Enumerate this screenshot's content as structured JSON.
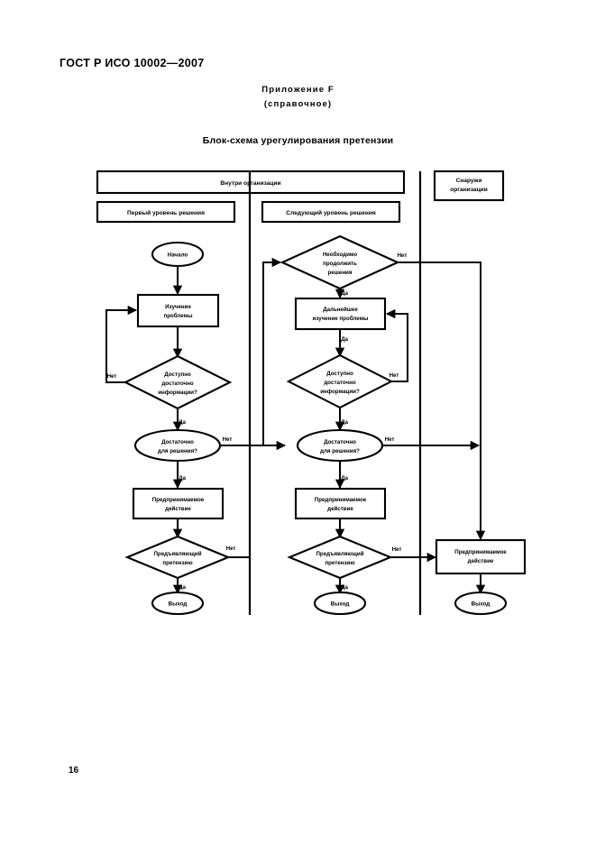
{
  "document": {
    "standard_header": "ГОСТ Р ИСО 10002—2007",
    "annex_line1": "Приложение F",
    "annex_line2": "(справочное)",
    "figure_title": "Блок-схема урегулирования претензии",
    "page_number": "16"
  },
  "diagram": {
    "type": "flowchart",
    "headers": {
      "inside": "Внутри организации",
      "outside_line1": "Снаружи",
      "outside_line2": "организации",
      "first_level": "Первый уровень решения",
      "next_level": "Следующий уровень решения"
    },
    "edge_labels": {
      "yes": "Да",
      "no": "Нет"
    },
    "columns": [
      {
        "id": "first-level",
        "nodes": [
          {
            "id": "start",
            "shape": "terminator",
            "lines": [
              "Начало"
            ]
          },
          {
            "id": "study-problem",
            "shape": "process",
            "lines": [
              "Изучение",
              "проблемы"
            ]
          },
          {
            "id": "enough-info",
            "shape": "decision",
            "lines": [
              "Доступно",
              "достаточно",
              "информации?"
            ]
          },
          {
            "id": "enough-for-decision",
            "shape": "terminator",
            "lines": [
              "Достаточно",
              "для решения?"
            ]
          },
          {
            "id": "action-taken",
            "shape": "process",
            "lines": [
              "Предпринимаемое",
              "действие"
            ]
          },
          {
            "id": "claimant",
            "shape": "decision",
            "lines": [
              "Предъявляющий",
              "претензию"
            ]
          },
          {
            "id": "exit",
            "shape": "terminator",
            "lines": [
              "Выход"
            ]
          }
        ]
      },
      {
        "id": "next-level",
        "nodes": [
          {
            "id": "need-continue",
            "shape": "decision",
            "lines": [
              "Необходимо",
              "продолжить",
              "решения"
            ]
          },
          {
            "id": "further-study",
            "shape": "process",
            "lines": [
              "Дальнейшее",
              "изучение проблемы"
            ]
          },
          {
            "id": "enough-info-2",
            "shape": "decision",
            "lines": [
              "Доступно",
              "достаточно",
              "информации?"
            ]
          },
          {
            "id": "enough-for-decision-2",
            "shape": "terminator",
            "lines": [
              "Достаточно",
              "для решения?"
            ]
          },
          {
            "id": "action-taken-2",
            "shape": "process",
            "lines": [
              "Предпринимаемое",
              "действие"
            ]
          },
          {
            "id": "claimant-2",
            "shape": "decision",
            "lines": [
              "Предъявляющий",
              "претензию"
            ]
          },
          {
            "id": "exit-2",
            "shape": "terminator",
            "lines": [
              "Выход"
            ]
          }
        ]
      },
      {
        "id": "outside",
        "nodes": [
          {
            "id": "action-taken-3",
            "shape": "process",
            "lines": [
              "Предпринимаемое",
              "действие"
            ]
          },
          {
            "id": "exit-3",
            "shape": "terminator",
            "lines": [
              "Выход"
            ]
          }
        ]
      }
    ]
  }
}
